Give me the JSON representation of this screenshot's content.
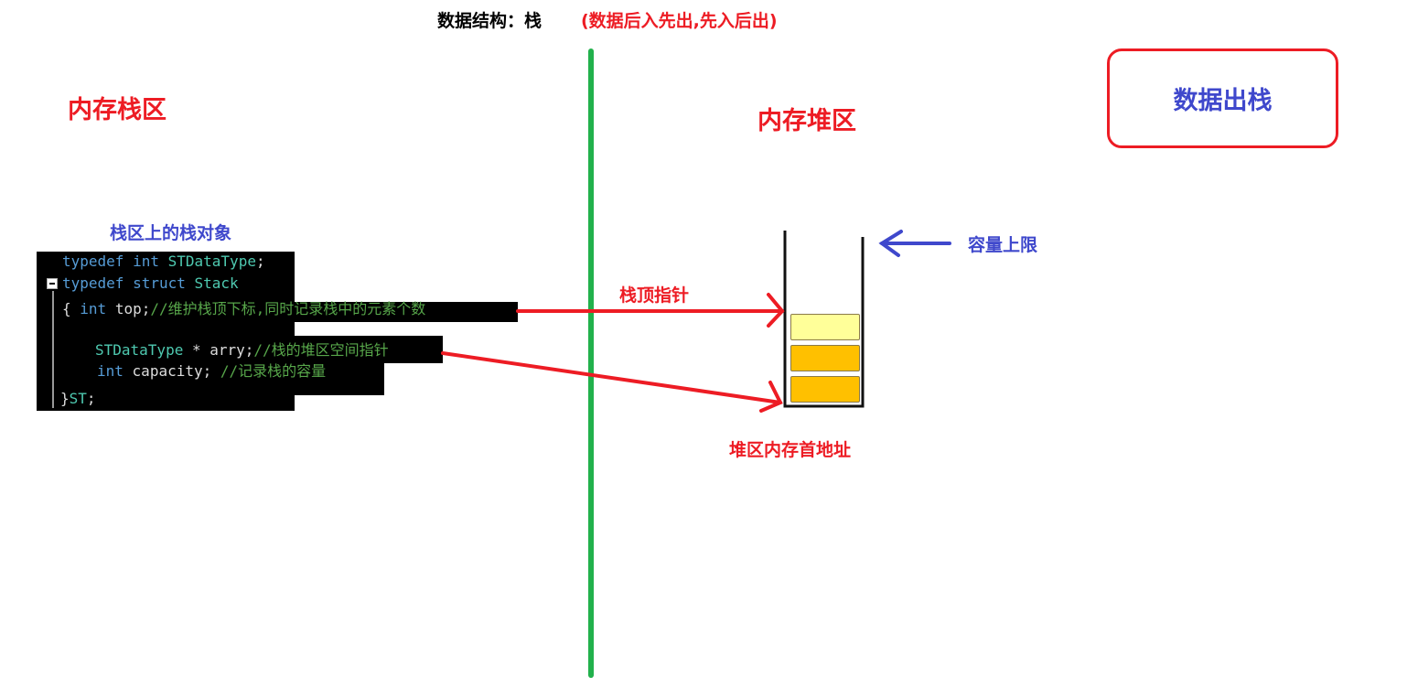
{
  "title": {
    "main": "数据结构：栈",
    "note": "(数据后入先出,先入后出)"
  },
  "stack_area": {
    "label": "内存栈区",
    "object_label": "栈区上的栈对象"
  },
  "heap_area": {
    "label": "内存堆区"
  },
  "action_box": {
    "label": "数据出栈"
  },
  "code": {
    "line1": {
      "kw1": "typedef",
      "kw2": "int",
      "ty": "STDataType",
      "p": ";"
    },
    "line2": {
      "kw1": "typedef",
      "kw2": "struct",
      "ty": "Stack"
    },
    "line3": {
      "brace": "{",
      "kw": "int",
      "id": "top;",
      "cm": "//维护栈顶下标,同时记录栈中的元素个数"
    },
    "line4": {
      "ty": "STDataType",
      "id": "* arry;",
      "cm": "//栈的堆区空间指针"
    },
    "line5": {
      "kw": "int",
      "id": "capacity;",
      "cm": "//记录栈的容量"
    },
    "line6": {
      "brace": "}",
      "ty": "ST",
      "p": ";"
    }
  },
  "annotations": {
    "top_pointer": "栈顶指针",
    "capacity_limit": "容量上限",
    "heap_address": "堆区内存首地址"
  },
  "colors": {
    "red": "#ed1c24",
    "blue": "#3f48cc",
    "green": "#22b14c",
    "cell_light": "#ffff99",
    "cell_filled": "#ffc000"
  }
}
